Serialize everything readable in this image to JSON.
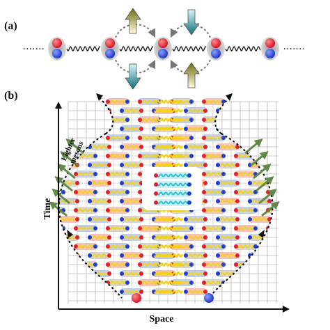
{
  "panel_a": {
    "label": "(a)"
  },
  "panel_b": {
    "label": "(b)",
    "x_axis_label": "Space",
    "y_axis_label": "Time",
    "annotation_line1": "Lighter",
    "annotation_line2": "mesons"
  },
  "colors": {
    "quark_red": "#e0202a",
    "quark_blue": "#1f3fd0",
    "string_yellow": "#f2d21a",
    "string_cyan": "#29c4d8",
    "arrow_olive": "#7a7a14",
    "arrow_green": "#5f8a4a",
    "grid": "#b9b9b9",
    "pill_pink": "#f4b7b2",
    "pill_blue": "#b6c6ee",
    "pill_gray": "#cfcfcf"
  }
}
